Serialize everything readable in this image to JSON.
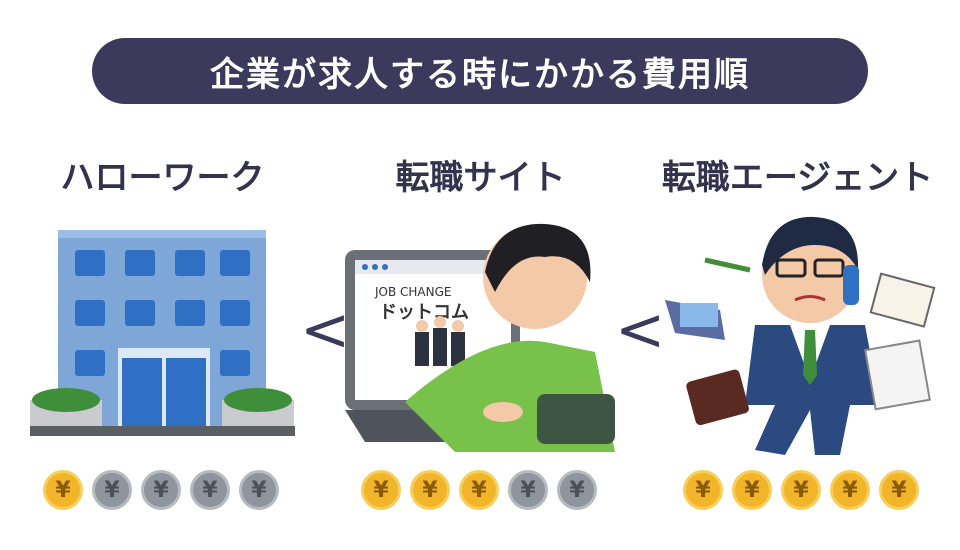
{
  "title": "企業が求人する時にかかる費用順",
  "columns": [
    {
      "label": "ハローワーク",
      "icon": "office-building-icon",
      "cost_level": 1,
      "coins_total": 5
    },
    {
      "label": "転職サイト",
      "icon": "person-laptop-icon",
      "cost_level": 3,
      "coins_total": 5,
      "screen_text_1": "JOB CHANGE",
      "screen_text_2": "ドットコム"
    },
    {
      "label": "転職エージェント",
      "icon": "busy-agent-icon",
      "cost_level": 5,
      "coins_total": 5
    }
  ],
  "separator": "<",
  "coin_symbol": "¥",
  "colors": {
    "title_bg": "#3b3a5c",
    "coin_gold": "#f2b52a",
    "coin_grey": "#8f959c",
    "label": "#33334d"
  }
}
